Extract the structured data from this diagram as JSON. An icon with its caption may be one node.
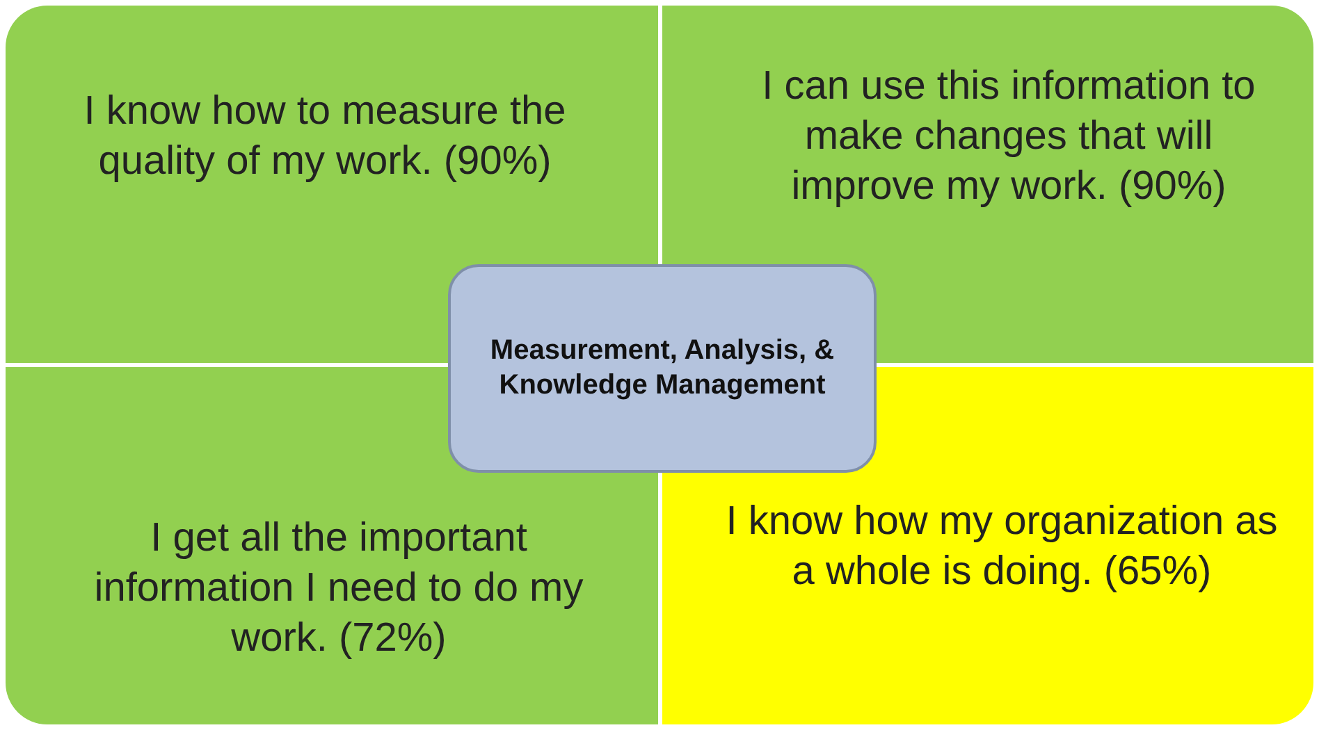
{
  "diagram": {
    "nodes": [
      {
        "text": [
          "I know how to measure the quality of my work. (90%)"
        ]
      },
      {
        "text": [
          "I can use this information to make changes that will improve my work. (90%)"
        ]
      },
      {
        "text": [
          "Measurement, Analysis, & Knowledge Management"
        ]
      },
      {
        "text": [
          "I get all the important information I need to do my work. (72%)"
        ]
      },
      {
        "text": [
          "I know how my organization as a whole is doing. (65%)"
        ]
      }
    ]
  }
}
